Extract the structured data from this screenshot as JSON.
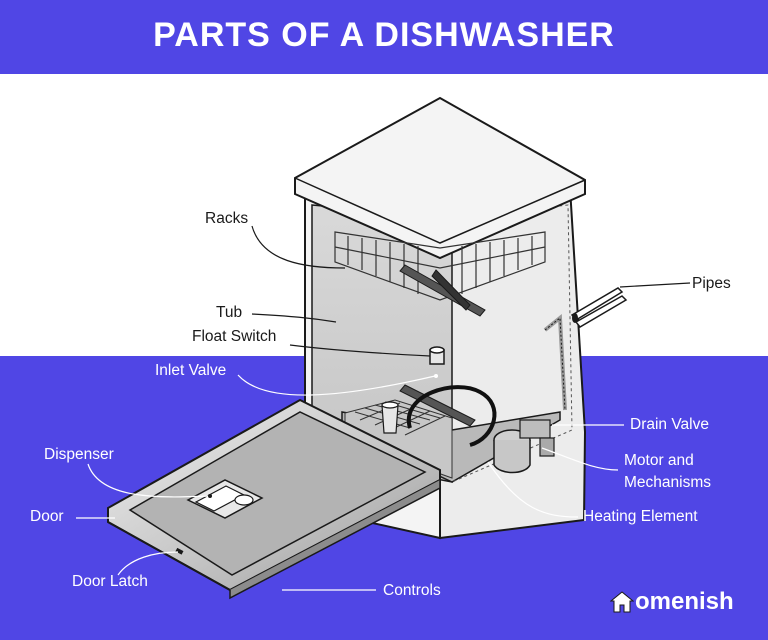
{
  "title": "PARTS OF A DISHWASHER",
  "labels": {
    "racks": "Racks",
    "tub": "Tub",
    "float_switch": "Float Switch",
    "inlet_valve": "Inlet Valve",
    "dispenser": "Dispenser",
    "door": "Door",
    "door_latch": "Door Latch",
    "controls": "Controls",
    "heating_element": "Heating Element",
    "motor_line1": "Motor and",
    "motor_line2": "Mechanisms",
    "drain_valve": "Drain Valve",
    "pipes": "Pipes"
  },
  "brand": {
    "text": "omenish",
    "icon": "house-logo-icon"
  },
  "colors": {
    "accent": "#5046e5",
    "outline": "#1a1a1a",
    "label_light": "#ffffff",
    "label_dark": "#1a1a1a"
  }
}
